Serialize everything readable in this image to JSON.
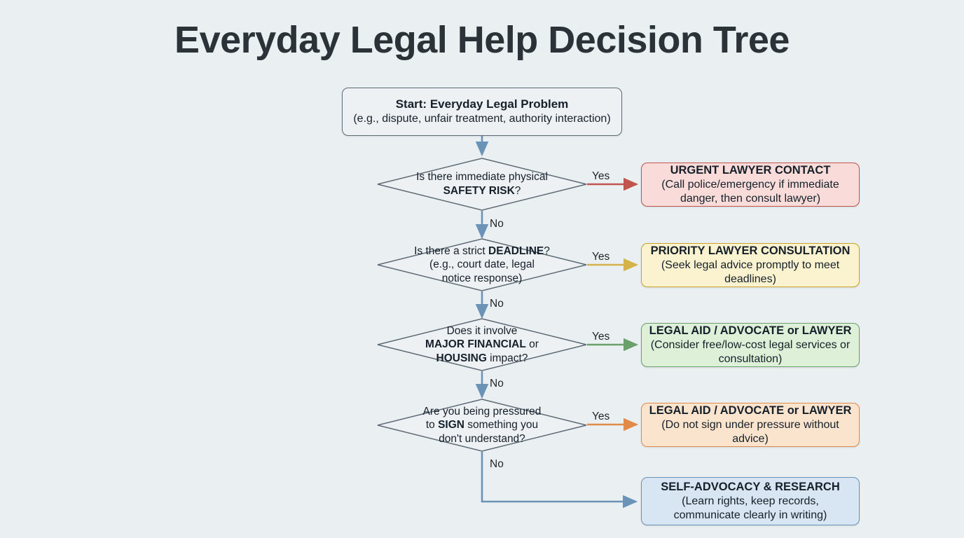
{
  "page": {
    "title": "Everyday Legal Help Decision Tree",
    "background_color": "#eaeff1"
  },
  "start": {
    "line1": "Start: Everyday Legal Problem",
    "line2": "(e.g., dispute, unfair treatment, authority interaction)",
    "border_color": "#5d6b76",
    "fill_color": "#edf1f3"
  },
  "decisions": [
    {
      "text_line1": "Is there immediate physical",
      "text_bold": "SAFETY RISK",
      "text_tail": "?",
      "yes_label": "Yes",
      "no_label": "No",
      "yes_arrow_color": "#c0554d"
    },
    {
      "text_line1": "Is there a strict ",
      "text_bold": "DEADLINE",
      "text_tail": "?",
      "text_line2": "(e.g., court date, legal",
      "text_line3": "notice response)",
      "yes_label": "Yes",
      "no_label": "No",
      "yes_arrow_color": "#d6b24a"
    },
    {
      "text_line1": "Does it involve",
      "text_bold": "MAJOR FINANCIAL",
      "text_mid": " or",
      "text_bold2": "HOUSING",
      "text_tail": " impact?",
      "yes_label": "Yes",
      "no_label": "No",
      "yes_arrow_color": "#6aa06a"
    },
    {
      "text_line1": "Are you being pressured",
      "text_pre": "to ",
      "text_bold": "SIGN",
      "text_tail": " something you",
      "text_line3": "don't understand?",
      "yes_label": "Yes",
      "no_label": "No",
      "yes_arrow_color": "#e08b4a"
    }
  ],
  "outcomes": [
    {
      "line1": "URGENT LAWYER CONTACT",
      "line2": "(Call police/emergency if immediate danger, then consult lawyer)",
      "fill_color": "#f9dcd9",
      "border_color": "#c0554d"
    },
    {
      "line1": "PRIORITY LAWYER CONSULTATION",
      "line2": "(Seek legal advice promptly to meet deadlines)",
      "fill_color": "#fbf3cf",
      "border_color": "#c9a227"
    },
    {
      "line1": "LEGAL AID / ADVOCATE or LAWYER",
      "line2": "(Consider free/low-cost legal services or consultation)",
      "fill_color": "#dff0d8",
      "border_color": "#6aa06a"
    },
    {
      "line1": "LEGAL AID / ADVOCATE or LAWYER",
      "line2": "(Do not sign under pressure without advice)",
      "fill_color": "#fbe4cd",
      "border_color": "#e08b4a"
    },
    {
      "line1": "SELF-ADVOCACY & RESEARCH",
      "line2": "(Learn rights, keep records, communicate clearly in writing)",
      "fill_color": "#d7e6f2",
      "border_color": "#6b93b8"
    }
  ],
  "connectors": {
    "default_color": "#6b93b8",
    "diamond_stroke": "#5d6b76",
    "diamond_fill": "#edf1f3"
  }
}
